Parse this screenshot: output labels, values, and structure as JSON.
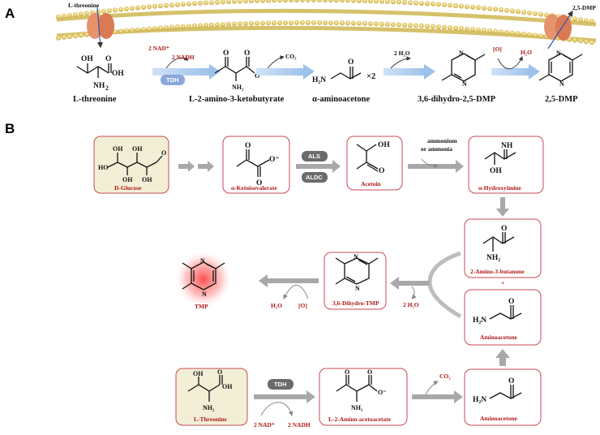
{
  "panel_a": {
    "letter": "A",
    "import_label": "L-threonine",
    "export_label": "2,5-DMP",
    "enzyme": "TDH",
    "cofactor_in": "2 NAD⁺",
    "cofactor_out": "2 NADH",
    "co2": "CO₂",
    "water_in": "2 H₂O",
    "oxidant": "[O]",
    "water_out": "H₂O",
    "multiplier": "×2",
    "compounds": [
      "L-threonine",
      "L-2-amino-3-ketobutyrate",
      "α-aminoacetone",
      "3,6-dihydro-2,5-DMP",
      "2,5-DMP"
    ]
  },
  "panel_b": {
    "letter": "B",
    "compounds": {
      "glucose": "D-Glucose",
      "ketoisovalerate": "α-Ketoisovalerate",
      "acetoin": "Acetoin",
      "hydroxyimine": "α-Hydroxyimine",
      "aminobutanone": "2-Amino-3-butanone",
      "aminoacetone_top": "Aminoacetone",
      "dihydro_tmp": "3,6-Dihydro-TMP",
      "tmp": "TMP",
      "threonine": "L-Threonine",
      "aminoacetoacetate": "L-2-Amino-acetoacetate",
      "aminoacetone_bottom": "Aminoacetone"
    },
    "enzymes": {
      "als": "ALS",
      "aldc": "ALDC",
      "tdh": "TDH"
    },
    "ammonium_line1": "ammonium",
    "ammonium_line2": "or ammonia",
    "plus": "+",
    "two_water": "2 H₂O",
    "water": "H₂O",
    "oxidant": "[O]",
    "co2": "CO₂",
    "nad": "2 NAD⁺",
    "nadh": "2 NADH"
  }
}
